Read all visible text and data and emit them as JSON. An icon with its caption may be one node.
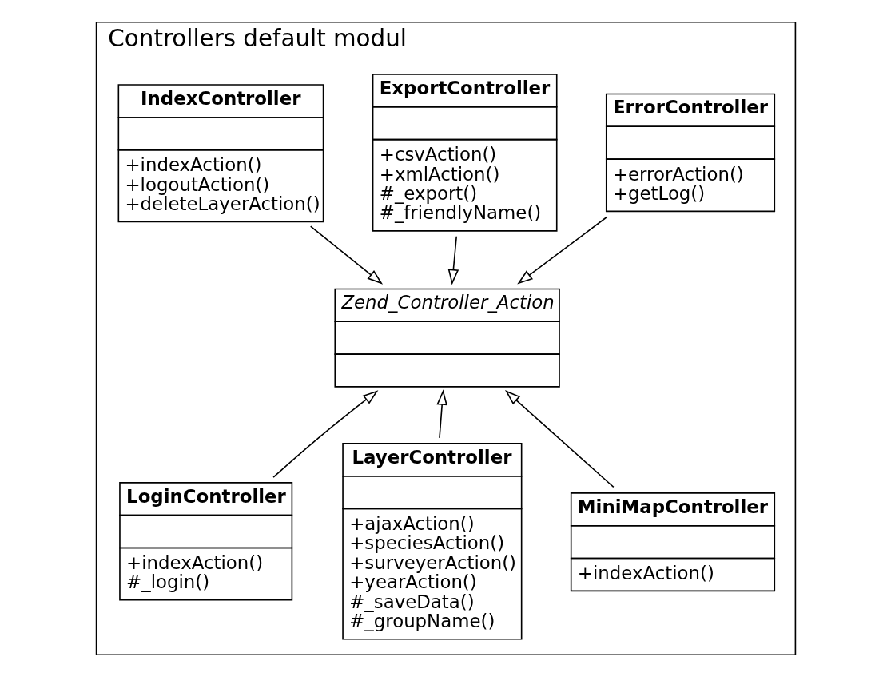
{
  "diagram": {
    "nodes": [
      {
        "text": [
          "Controllers default modul"
        ]
      },
      {
        "text": [
          "ErrorController",
          "+errorAction()",
          "+getLog()"
        ],
        "in": 0
      },
      {
        "text": [
          "ExportController",
          "+csvAction()",
          "+xmlAction()",
          "#_export()",
          "#_friendlyName()"
        ],
        "in": 0
      },
      {
        "text": [
          "IndexController",
          "+indexAction()",
          "+logoutAction()",
          "+deleteLayerAction()"
        ],
        "in": 0
      },
      {
        "text": [
          "Zend_Controller_Action"
        ],
        "in": 0
      },
      {
        "text": [
          "LoginController",
          "+indexAction()",
          "#_login()"
        ],
        "in": 0
      },
      {
        "text": [
          "LayerController",
          "+ajaxAction()",
          "+speciesAction()",
          "+surveyerAction()",
          "+yearAction()",
          "#_saveData()",
          "#_groupName()"
        ],
        "in": 0
      },
      {
        "text": [
          "MiniMapController",
          "+indexAction()"
        ],
        "in": 0
      }
    ],
    "edges": [
      {
        "from": 1,
        "to": 4,
        "arrow": "to"
      },
      {
        "from": 2,
        "to": 4,
        "arrow": "to"
      },
      {
        "from": 3,
        "to": 4,
        "arrow": "to"
      },
      {
        "from": 5,
        "to": 4,
        "arrow": "to"
      },
      {
        "from": 6,
        "to": 4,
        "arrow": "to"
      },
      {
        "from": 7,
        "to": 4,
        "arrow": "to"
      }
    ]
  }
}
